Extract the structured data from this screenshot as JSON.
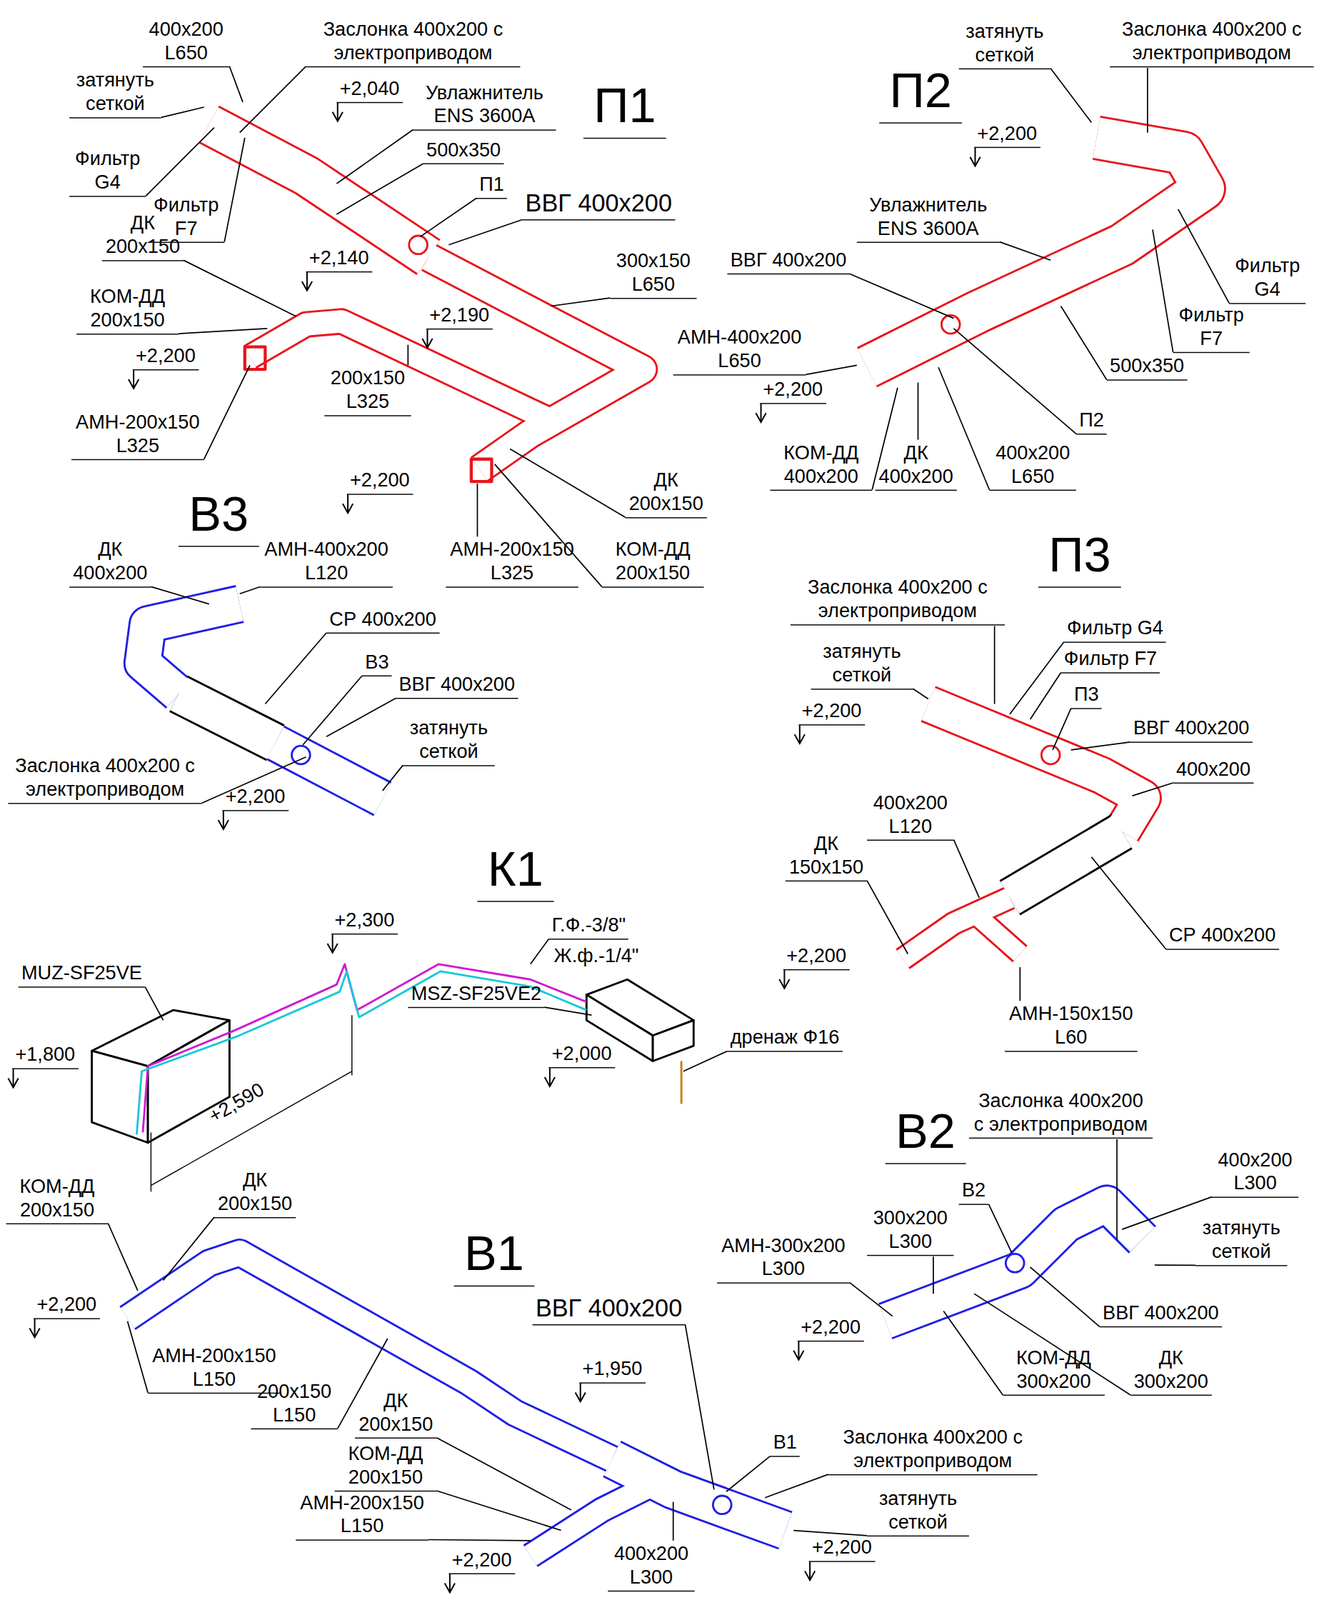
{
  "diagram": {
    "labels": [
      "П1",
      "400x200 L650",
      "Заслонка 400x200 с электроприводом",
      "затянуть сеткой",
      "+2,040",
      "Увлажнитель ENS 3600A",
      "500x350",
      "Фильтр G4",
      "Фильтр F7",
      "П1",
      "ВВГ 400x200",
      "+2,140",
      "300x150 L650",
      "ДК 200x150",
      "КОМ-ДД 200x150",
      "+2,190",
      "+2,200",
      "200x150 L325",
      "АМН-200x150 L325",
      "+2,200",
      "ДК 200x150",
      "АМН-200x150 L325",
      "КОМ-ДД 200x150",
      "П2",
      "затянуть сеткой",
      "Заслонка 400x200 с электроприводом",
      "+2,200",
      "Увлажнитель ENS 3600A",
      "ВВГ 400x200",
      "Фильтр G4",
      "АМН-400x200 L650",
      "Фильтр F7",
      "+2,200",
      "500x350",
      "П2",
      "КОМ-ДД 400x200",
      "ДК 400x200",
      "400x200 L650",
      "В3",
      "ДК 400x200",
      "АМН-400x200 L120",
      "СР 400x200",
      "В3",
      "ВВГ 400x200",
      "затянуть сеткой",
      "Заслонка 400x200 с электроприводом",
      "+2,200",
      "П3",
      "Заслонка 400x200 с электроприводом",
      "Фильтр G4",
      "затянуть сеткой",
      "Фильтр F7",
      "+2,200",
      "П3",
      "ВВГ 400x200",
      "400x200",
      "400x200 L120",
      "ДК 150x150",
      "+2,200",
      "СР 400x200",
      "АМН-150x150 L60",
      "К1",
      "+2,300",
      "Г.Ф.-3/8\"",
      "Ж.ф.-1/4\"",
      "MUZ-SF25VE",
      "MSZ-SF25VE2",
      "дренаж Ф16",
      "+2,000",
      "+1,800",
      "+2,590",
      "Заслонка 400x200 с электроприводом",
      "В2",
      "400x200 L300",
      "В2",
      "300x200 L300",
      "затянуть сеткой",
      "АМН-300x200 L300",
      "ВВГ 400x200",
      "+2,200",
      "КОМ-ДД 300x200",
      "ДК 300x200",
      "КОМ-ДД 200x150",
      "ДК 200x150",
      "В1",
      "+2,200",
      "ВВГ 400x200",
      "АМН-200x150 L150",
      "+1,950",
      "200x150 L150",
      "ДК 200x150",
      "КОМ-ДД 200x150",
      "В1",
      "Заслонка 400x200 с электроприводом",
      "АМН-200x150 L150",
      "затянуть сеткой",
      "+2,200",
      "+2,200",
      "400x200 L300"
    ]
  }
}
